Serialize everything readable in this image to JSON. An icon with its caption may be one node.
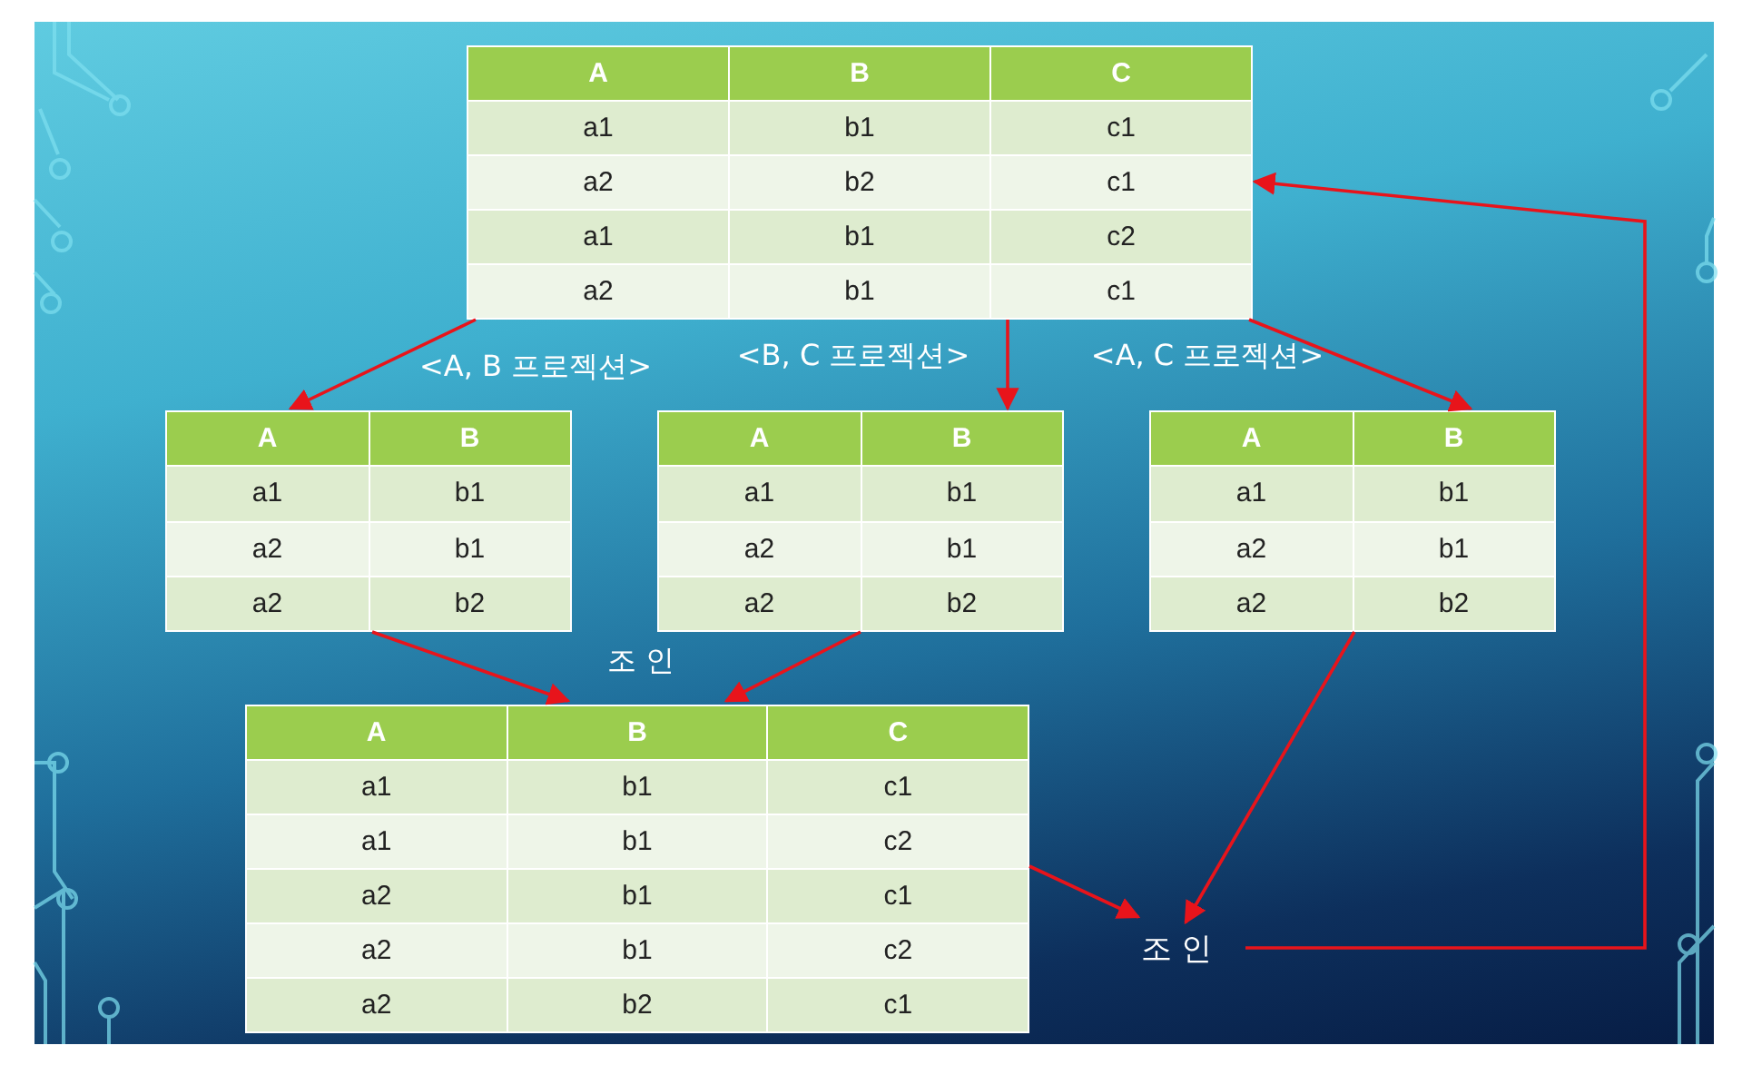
{
  "diagram": {
    "nodes": [
      {
        "text": [
          "A",
          "B",
          "C",
          "a1",
          "b1",
          "c1",
          "a2",
          "b2",
          "c1",
          "a1",
          "b1",
          "c2",
          "a2",
          "b1",
          "c1"
        ]
      },
      {
        "text": [
          "A",
          "B",
          "a1",
          "b1",
          "a2",
          "b1",
          "a2",
          "b2"
        ],
        "beside": [
          "<A, B 프로젝션>"
        ]
      },
      {
        "text": [
          "A",
          "B",
          "a1",
          "b1",
          "a2",
          "b1",
          "a2",
          "b2"
        ],
        "beside": [
          "<B, C 프로젝션>"
        ]
      },
      {
        "text": [
          "A",
          "B",
          "a1",
          "b1",
          "a2",
          "b1",
          "a2",
          "b2"
        ],
        "beside": [
          "<A, C 프로젝션>"
        ]
      },
      {
        "text": [
          "A",
          "B",
          "C",
          "a1",
          "b1",
          "c1",
          "a1",
          "b1",
          "c2",
          "a2",
          "b1",
          "c1",
          "a2",
          "b1",
          "c2",
          "a2",
          "b2",
          "c1"
        ],
        "beside": [
          "조 인"
        ]
      },
      {
        "text": [
          "조 인"
        ]
      }
    ],
    "edges": [
      {
        "from": 0,
        "to": 1,
        "arrow": "to"
      },
      {
        "from": 0,
        "to": 2,
        "arrow": "to"
      },
      {
        "from": 0,
        "to": 3,
        "arrow": "to"
      },
      {
        "from": 1,
        "to": 4,
        "arrow": "to"
      },
      {
        "from": 2,
        "to": 4,
        "arrow": "to"
      },
      {
        "from": 4,
        "to": 5,
        "arrow": "to"
      },
      {
        "from": 3,
        "to": 5,
        "arrow": "to"
      },
      {
        "from": 5,
        "to": 0,
        "arrow": "to"
      }
    ]
  }
}
